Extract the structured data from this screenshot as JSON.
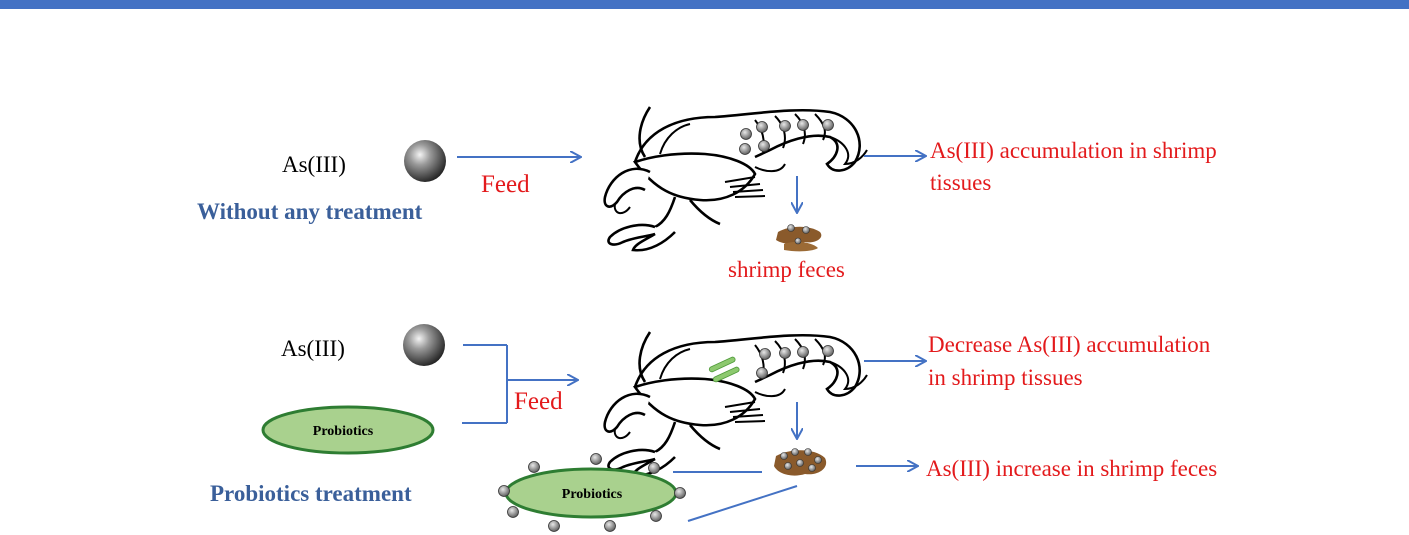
{
  "colors": {
    "bar": "#4472c4",
    "arrow": "#4472c4",
    "red_text": "#e31a1c",
    "blue_text": "#3a5f9a",
    "probiotics_fill": "#a9d18e",
    "probiotics_stroke": "#2e7d32",
    "feces": "#8a5a2b"
  },
  "top": {
    "as_label": "As(III)",
    "feed_label": "Feed",
    "treatment_label": "Without any treatment",
    "result_line1": "As(III)  accumulation in shrimp",
    "result_line2": "tissues",
    "feces_label": "shrimp feces"
  },
  "bottom": {
    "as_label": "As(III)",
    "probiotics_label": "Probiotics",
    "feed_label": "Feed",
    "treatment_label": "Probiotics  treatment",
    "result_line1": "Decrease As(III)  accumulation",
    "result_line2": "in shrimp tissues",
    "feces_result": "As(III)   increase in shrimp feces",
    "probiotics_label2": "Probiotics"
  }
}
